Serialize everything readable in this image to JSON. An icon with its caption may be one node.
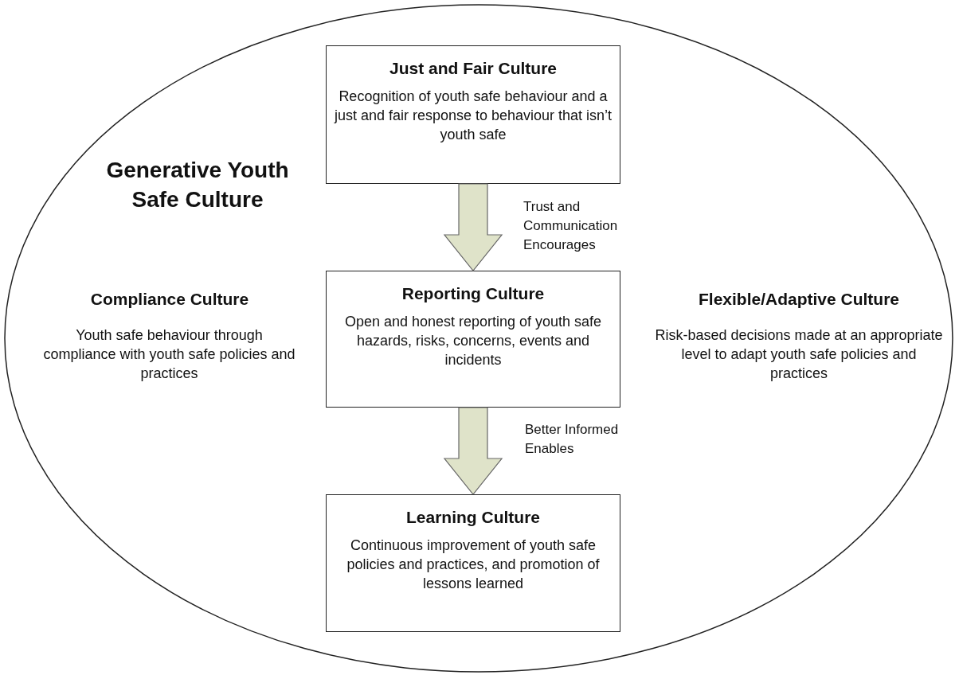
{
  "diagram": {
    "nodes": [
      {
        "text": [
          "Generative Youth Safe Culture"
        ]
      },
      {
        "text": [
          "Just and Fair Culture",
          "Recognition of youth safe behaviour and a just and fair response to behaviour that isn’t youth safe"
        ],
        "in": 0
      },
      {
        "text": [
          "Reporting Culture",
          "Open and honest reporting of youth safe hazards, risks, concerns, events and incidents"
        ],
        "in": 0
      },
      {
        "text": [
          "Learning Culture",
          "Continuous improvement of youth safe policies and practices, and promotion of lessons learned"
        ],
        "in": 0
      }
    ],
    "edges": [
      {
        "from": 1,
        "to": 2,
        "arrow": "to",
        "label": "Trust and Communication Encourages",
        "style": "thick"
      },
      {
        "from": 2,
        "to": 3,
        "arrow": "to",
        "label": "Better Informed Enables",
        "style": "thick"
      }
    ],
    "labels": [
      "Compliance Culture",
      "Youth safe behaviour through compliance with youth safe policies and practices",
      "Flexible/Adaptive Culture",
      "Risk-based decisions made at an appropriate level to adapt youth safe policies and practices"
    ]
  }
}
